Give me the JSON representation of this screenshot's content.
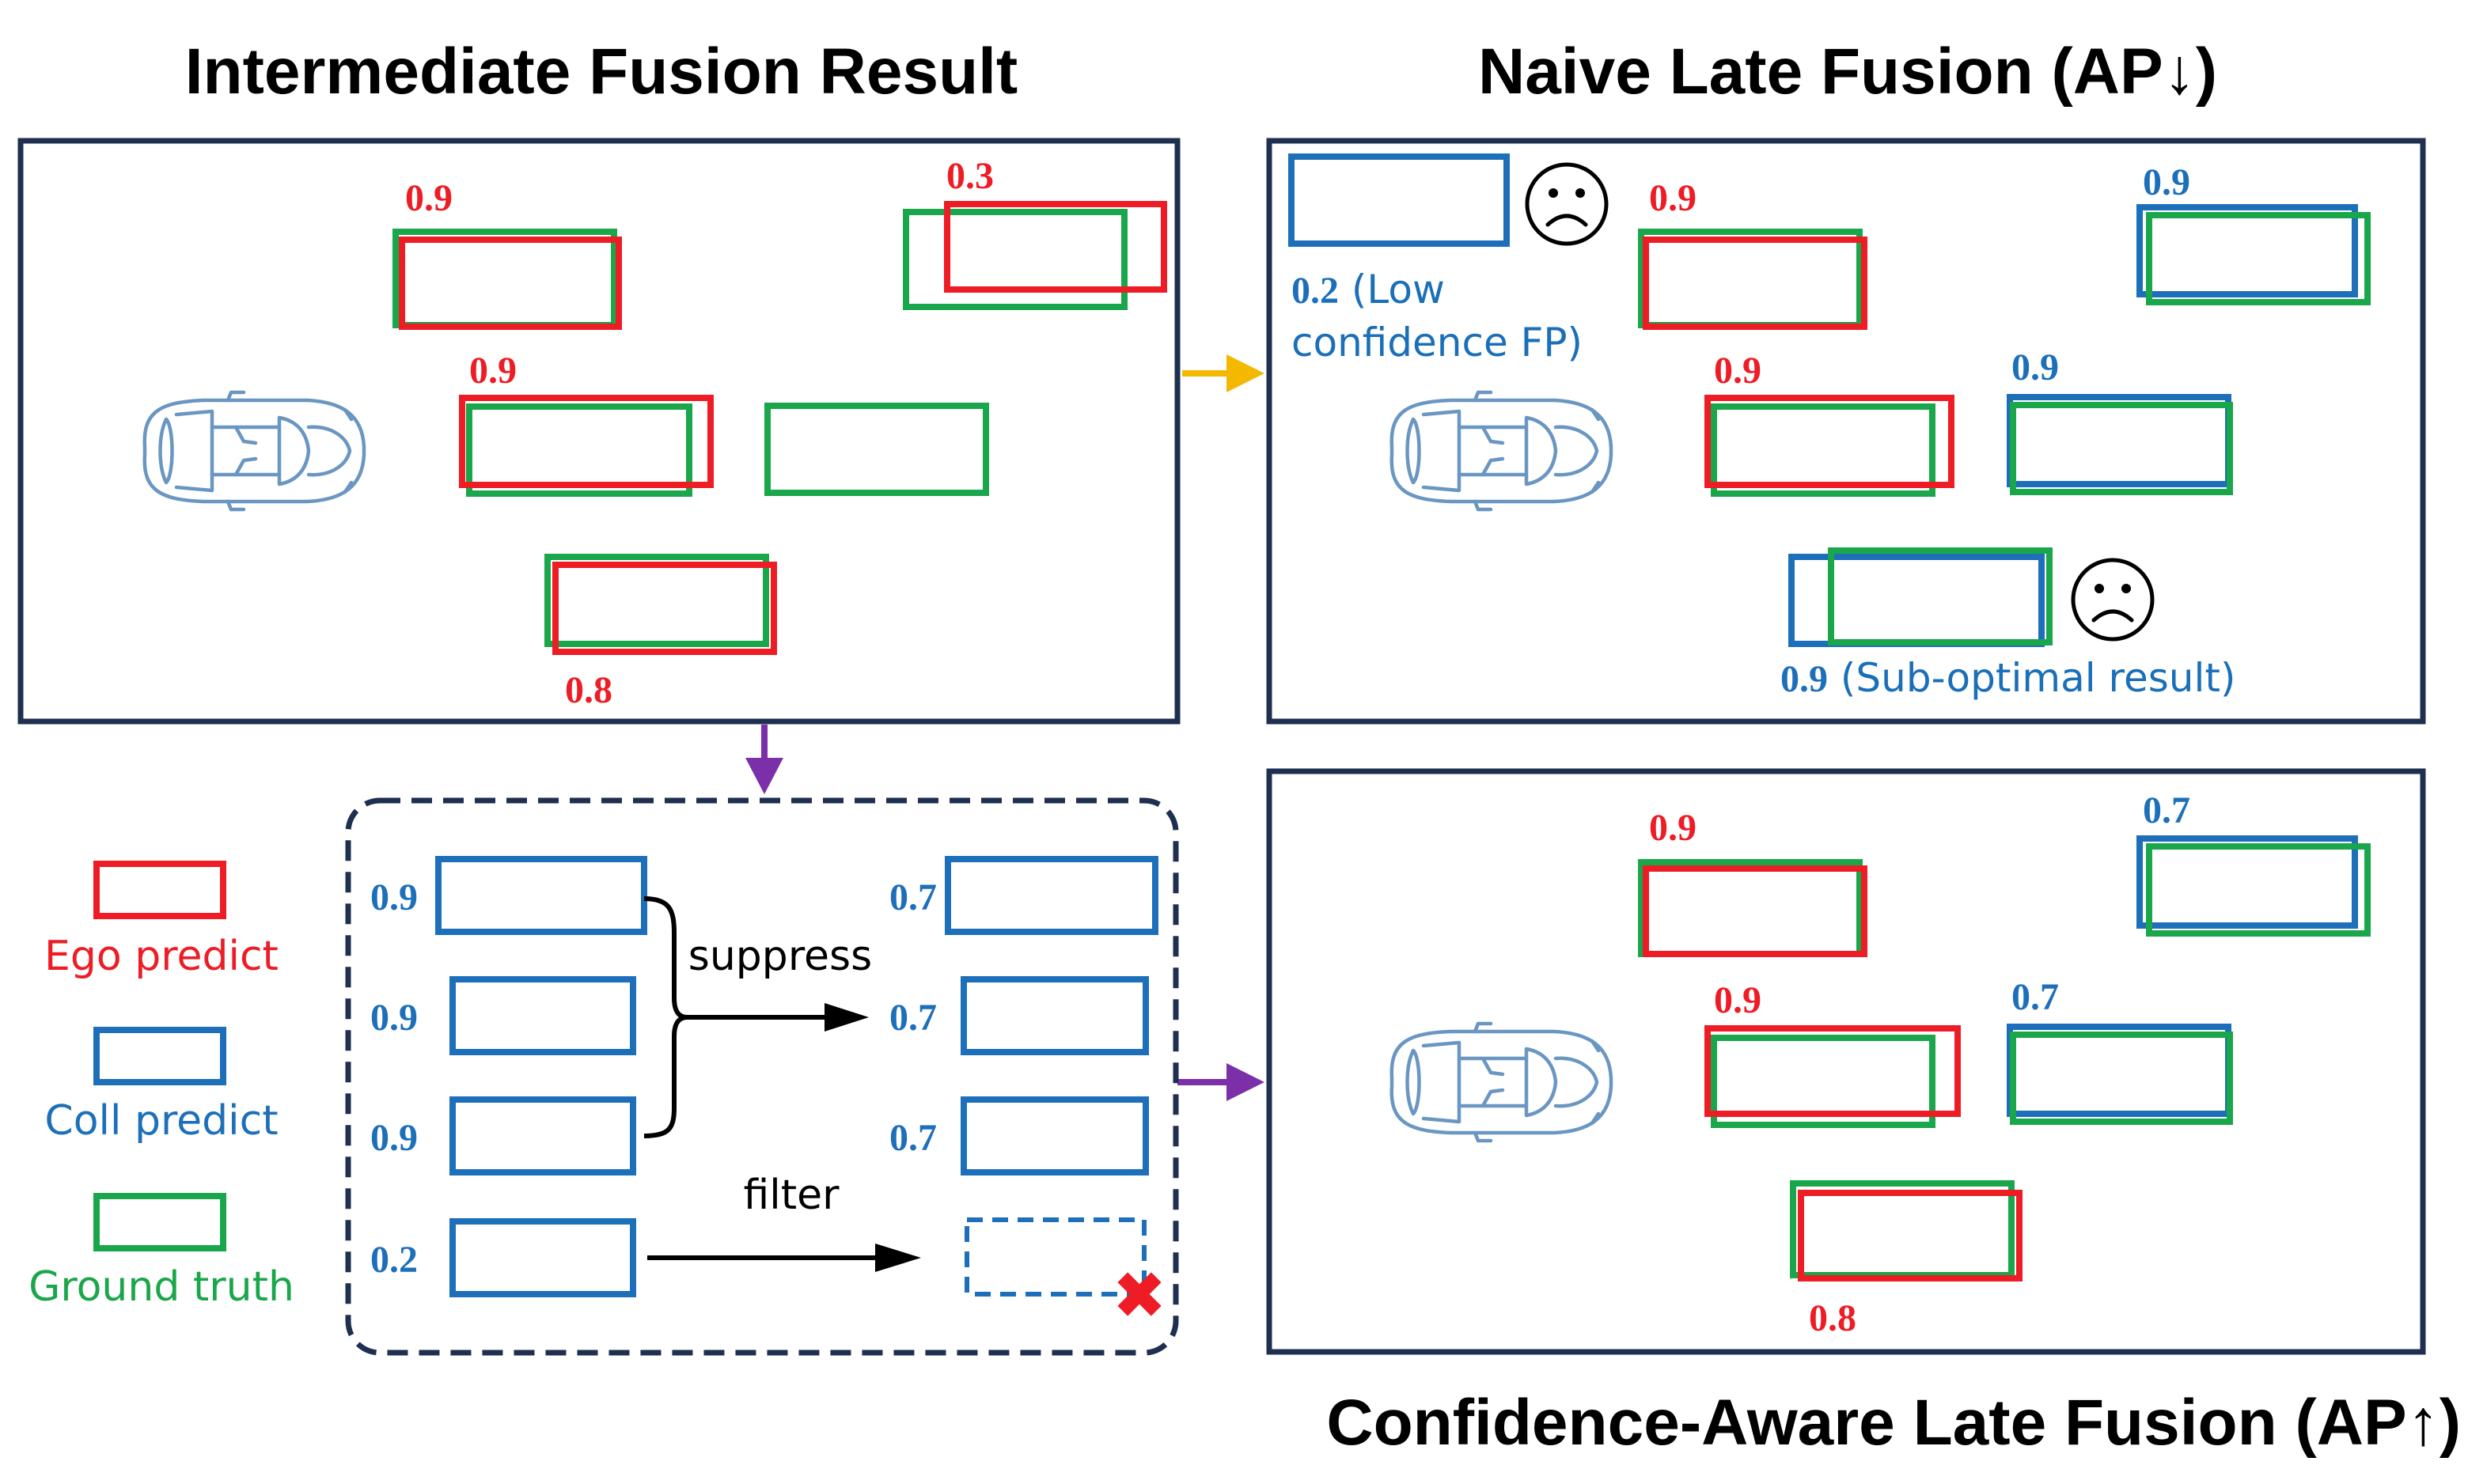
{
  "titles": {
    "intermediate": "Intermediate Fusion Result",
    "naive": "Naive Late Fusion (AP↓)",
    "confidence": "Confidence-Aware Late Fusion (AP↑)"
  },
  "intermediate_panel": {
    "scores": [
      "0.9",
      "0.3",
      "0.9",
      "0.8"
    ]
  },
  "naive_panel": {
    "scores": [
      "0.9",
      "0.9",
      "0.9",
      "0.9"
    ],
    "fp_score": "0.2",
    "fp_note_line1": " (Low",
    "fp_note_line2": "confidence FP)",
    "subopt_score": "0.9",
    "subopt_note": " (Sub-optimal result)",
    "sad_icon": "sad-face-icon"
  },
  "process_panel": {
    "input_scores": [
      "0.9",
      "0.9",
      "0.9",
      "0.2"
    ],
    "output_scores": [
      "0.7",
      "0.7",
      "0.7"
    ],
    "suppress_label": "suppress",
    "filter_label": "filter",
    "removed_icon": "red-cross-icon"
  },
  "confidence_panel": {
    "scores": [
      "0.9",
      "0.7",
      "0.9",
      "0.7",
      "0.8"
    ]
  },
  "legend": {
    "items": [
      {
        "label": "Ego predict",
        "color": "#ee1c25"
      },
      {
        "label": "Coll predict",
        "color": "#1d6fba"
      },
      {
        "label": "Ground truth",
        "color": "#1aa64a"
      }
    ]
  },
  "colors": {
    "ego": "#ee1c25",
    "collaborator": "#1d6fba",
    "ground_truth": "#1aa64a",
    "panel_border": "#1e2f4f",
    "arrow_to_naive": "#f5b800",
    "arrow_process": "#7b2fa8"
  }
}
